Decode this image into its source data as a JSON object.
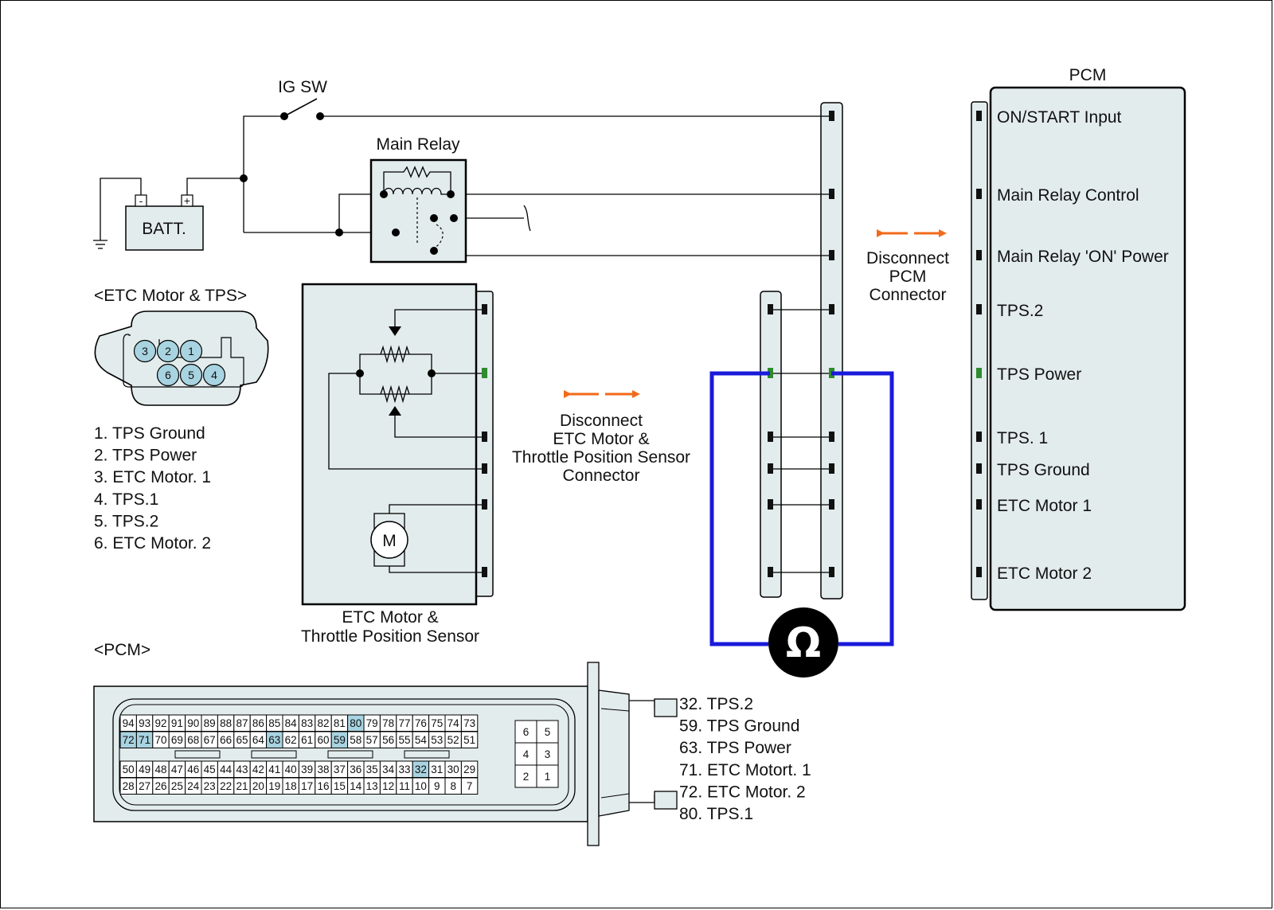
{
  "labels": {
    "ig_sw": "IG SW",
    "main_relay": "Main Relay",
    "batt": "BATT.",
    "batt_neg": "-",
    "batt_pos": "+",
    "pcm_title": "PCM",
    "etc_connector_title": "<ETC Motor & TPS>",
    "etc_box_line1": "ETC Motor &",
    "etc_box_line2": "Throttle Position Sensor",
    "motor": "M",
    "pcm_connector_title": "<PCM>",
    "disconnect_pcm": [
      "Disconnect",
      "PCM",
      "Connector"
    ],
    "disconnect_etc": [
      "Disconnect",
      "ETC Motor &",
      "Throttle Position Sensor",
      "Connector"
    ],
    "ohm": "Ω"
  },
  "pcm_terminals": [
    {
      "label": "ON/START Input",
      "highlight": false
    },
    {
      "label": "Main Relay Control",
      "highlight": false
    },
    {
      "label": "Main Relay 'ON' Power",
      "highlight": false
    },
    {
      "label": "TPS.2",
      "highlight": false
    },
    {
      "label": "TPS Power",
      "highlight": true
    },
    {
      "label": "TPS. 1",
      "highlight": false
    },
    {
      "label": "TPS Ground",
      "highlight": false
    },
    {
      "label": "ETC Motor 1",
      "highlight": false
    },
    {
      "label": "ETC Motor 2",
      "highlight": false
    }
  ],
  "etc_pin_list": [
    {
      "text": "1. TPS Ground",
      "highlight": false
    },
    {
      "text": "2. TPS Power",
      "highlight": true
    },
    {
      "text": "3. ETC Motor. 1",
      "highlight": false
    },
    {
      "text": "4. TPS.1",
      "highlight": false
    },
    {
      "text": "5. TPS.2",
      "highlight": false
    },
    {
      "text": "6. ETC Motor. 2",
      "highlight": false
    }
  ],
  "etc_connector_pins": {
    "top": [
      "3",
      "2",
      "1"
    ],
    "bottom": [
      "6",
      "5",
      "4"
    ]
  },
  "pcm_pin_list": [
    {
      "text": "32. TPS.2",
      "highlight": false
    },
    {
      "text": "59. TPS Ground",
      "highlight": false
    },
    {
      "text": "63. TPS Power",
      "highlight": true
    },
    {
      "text": "71. ETC Motort. 1",
      "highlight": false
    },
    {
      "text": "72. ETC Motor. 2",
      "highlight": false
    },
    {
      "text": "80. TPS.1",
      "highlight": false
    }
  ],
  "pcm_connector_rows": {
    "row1": [
      "94",
      "93",
      "92",
      "91",
      "90",
      "89",
      "88",
      "87",
      "86",
      "85",
      "84",
      "83",
      "82",
      "81",
      "80",
      "79",
      "78",
      "77",
      "76",
      "75",
      "74",
      "73"
    ],
    "row2": [
      "72",
      "71",
      "70",
      "69",
      "68",
      "67",
      "66",
      "65",
      "64",
      "63",
      "62",
      "61",
      "60",
      "59",
      "58",
      "57",
      "56",
      "55",
      "54",
      "53",
      "52",
      "51"
    ],
    "row3": [
      "50",
      "49",
      "48",
      "47",
      "46",
      "45",
      "44",
      "43",
      "42",
      "41",
      "40",
      "39",
      "38",
      "37",
      "36",
      "35",
      "34",
      "33",
      "32",
      "31",
      "30",
      "29"
    ],
    "row4": [
      "28",
      "27",
      "26",
      "25",
      "24",
      "23",
      "22",
      "21",
      "20",
      "19",
      "18",
      "17",
      "16",
      "15",
      "14",
      "13",
      "12",
      "11",
      "10",
      "9",
      "8",
      "7"
    ],
    "small_block": [
      [
        "6",
        "5"
      ],
      [
        "4",
        "3"
      ],
      [
        "2",
        "1"
      ]
    ],
    "highlighted": [
      "80",
      "72",
      "71",
      "63",
      "59",
      "32"
    ]
  },
  "colors": {
    "wire": "#000000",
    "meter_wire": "#1a1adb",
    "arrow": "#f26a1b",
    "highlight_text": "#2e8b2e",
    "pin_highlight": "#a8d3e0",
    "panel_fill": "#e3eced"
  }
}
